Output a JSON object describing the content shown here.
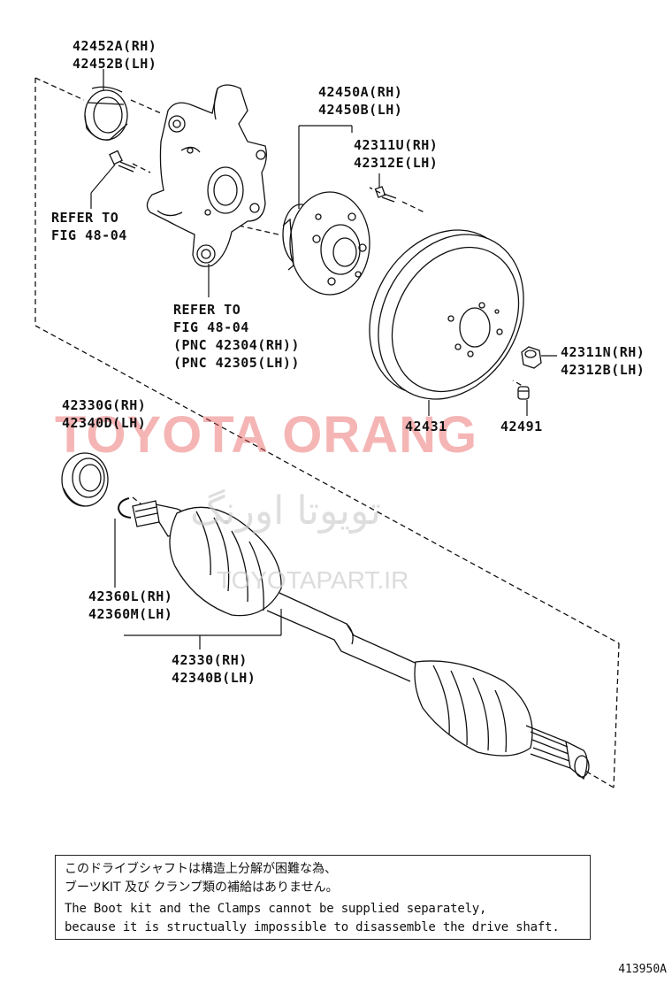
{
  "labels": {
    "p42452": [
      "42452A(RH)",
      "42452B(LH)"
    ],
    "p42450": [
      "42450A(RH)",
      "42450B(LH)"
    ],
    "p42311u": [
      "42311U(RH)",
      "42312E(LH)"
    ],
    "refer_top": [
      "REFER TO",
      "FIG 48-04"
    ],
    "refer_mid": [
      "REFER TO",
      "FIG 48-04",
      "(PNC 42304(RH))",
      "(PNC 42305(LH))"
    ],
    "p42311n": [
      "42311N(RH)",
      "42312B(LH)"
    ],
    "p42330g": [
      "42330G(RH)",
      "42340D(LH)"
    ],
    "p42431": "42431",
    "p42491": "42491",
    "p42360": [
      "42360L(RH)",
      "42360M(LH)"
    ],
    "p42330": [
      "42330(RH)",
      "42340B(LH)"
    ]
  },
  "watermark": {
    "brand": "TOYOTA ORANG",
    "persian": "تویوتا اورنگ",
    "site": "TOYOTAPART.IR"
  },
  "note": {
    "jp_line1": "このドライブシャフトは構造上分解が困難な為、",
    "jp_line2": "ブーツKIT 及び クランプ類の補給はありません。",
    "en_line1": "The Boot kit and the Clamps cannot be supplied separately,",
    "en_line2": "because it is structually impossible to disassemble the drive shaft."
  },
  "figure_code": "413950A"
}
